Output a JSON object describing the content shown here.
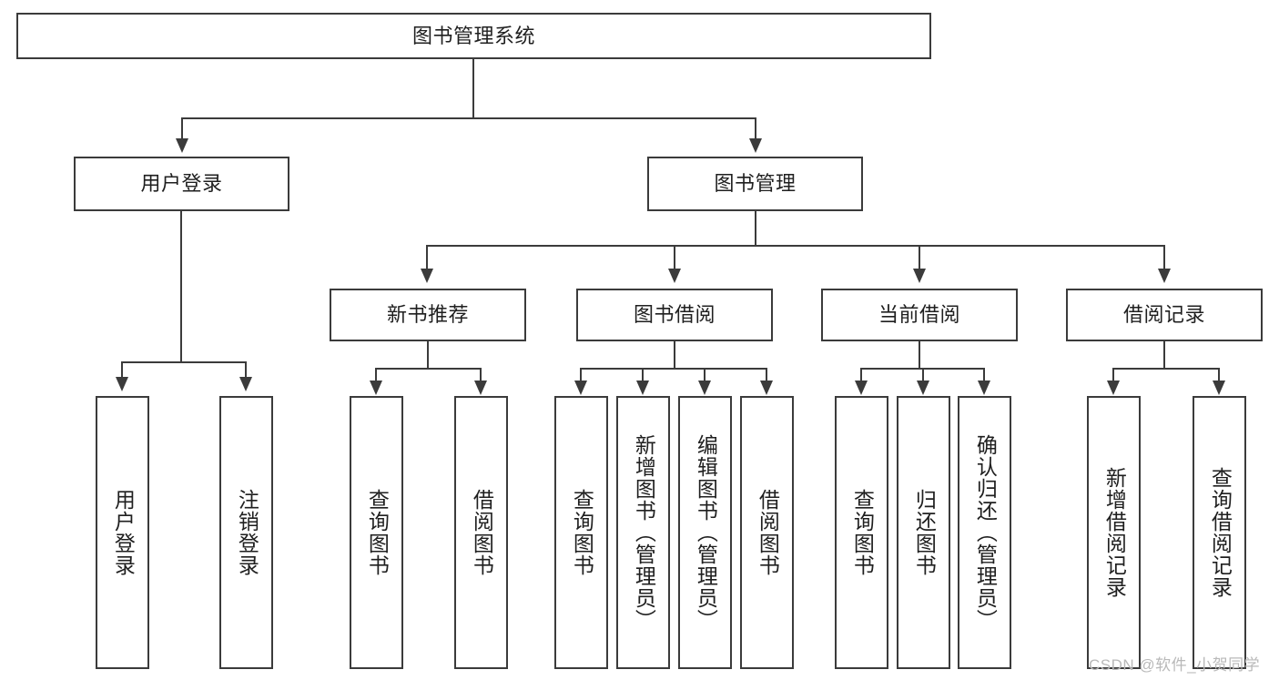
{
  "diagram": {
    "title": "图书管理系统",
    "type": "tree-hierarchy-diagram",
    "root": {
      "label": "图书管理系统"
    },
    "level2": [
      {
        "label": "用户登录"
      },
      {
        "label": "图书管理"
      }
    ],
    "level3": [
      {
        "label": "新书推荐"
      },
      {
        "label": "图书借阅"
      },
      {
        "label": "当前借阅"
      },
      {
        "label": "借阅记录"
      }
    ],
    "leaves": {
      "user_login": [
        {
          "label": "用户登录"
        },
        {
          "label": "注销登录"
        }
      ],
      "new_book_recommend": [
        {
          "label": "查询图书"
        },
        {
          "label": "借阅图书"
        }
      ],
      "book_borrow": [
        {
          "label": "查询图书"
        },
        {
          "label": "新增图书（管理员）"
        },
        {
          "label": "编辑图书（管理员）"
        },
        {
          "label": "借阅图书"
        }
      ],
      "current_borrow": [
        {
          "label": "查询图书"
        },
        {
          "label": "归还图书"
        },
        {
          "label": "确认归还（管理员）"
        }
      ],
      "borrow_record": [
        {
          "label": "新增借阅记录"
        },
        {
          "label": "查询借阅记录"
        }
      ]
    }
  },
  "watermark": {
    "text": "CSDN @软件_小贺同学"
  },
  "colors": {
    "stroke": "#3b3b3b",
    "background": "#ffffff",
    "text": "#1f1f1f",
    "watermark": "#b9b9b9"
  }
}
